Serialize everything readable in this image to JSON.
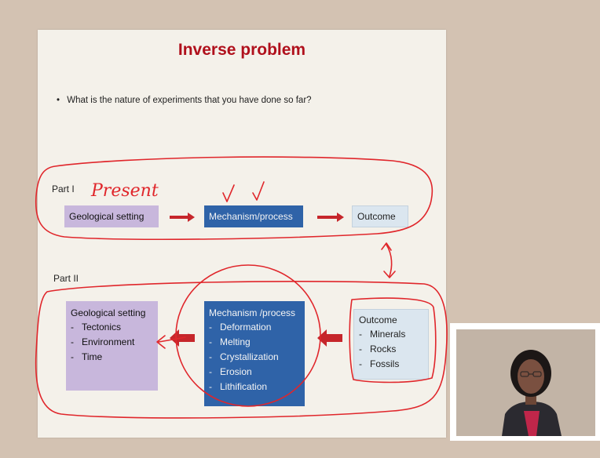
{
  "slide": {
    "title": "Inverse problem",
    "bullet": "What is the nature of experiments that you have done so far?",
    "bullet_marker": "•"
  },
  "part1": {
    "label": "Part I",
    "annotation": "Present",
    "boxes": [
      "Geological setting",
      "Mechanism/process",
      "Outcome"
    ]
  },
  "part2": {
    "label": "Part II",
    "setting": {
      "title": "Geological setting",
      "items": [
        "Tectonics",
        "Environment",
        "Time"
      ]
    },
    "mechanism": {
      "title": "Mechanism /process",
      "items": [
        "Deformation",
        "Melting",
        "Crystallization",
        "Erosion",
        "Lithification"
      ]
    },
    "outcome": {
      "title": "Outcome",
      "items": [
        "Minerals",
        "Rocks",
        "Fossils"
      ]
    }
  },
  "colors": {
    "title_red": "#b0101c",
    "box_lavender": "#c8b7dc",
    "box_blue": "#2f63a8",
    "box_light": "#dbe6ef",
    "arrow_red": "#c6262b",
    "ink_red": "#e0262b"
  }
}
